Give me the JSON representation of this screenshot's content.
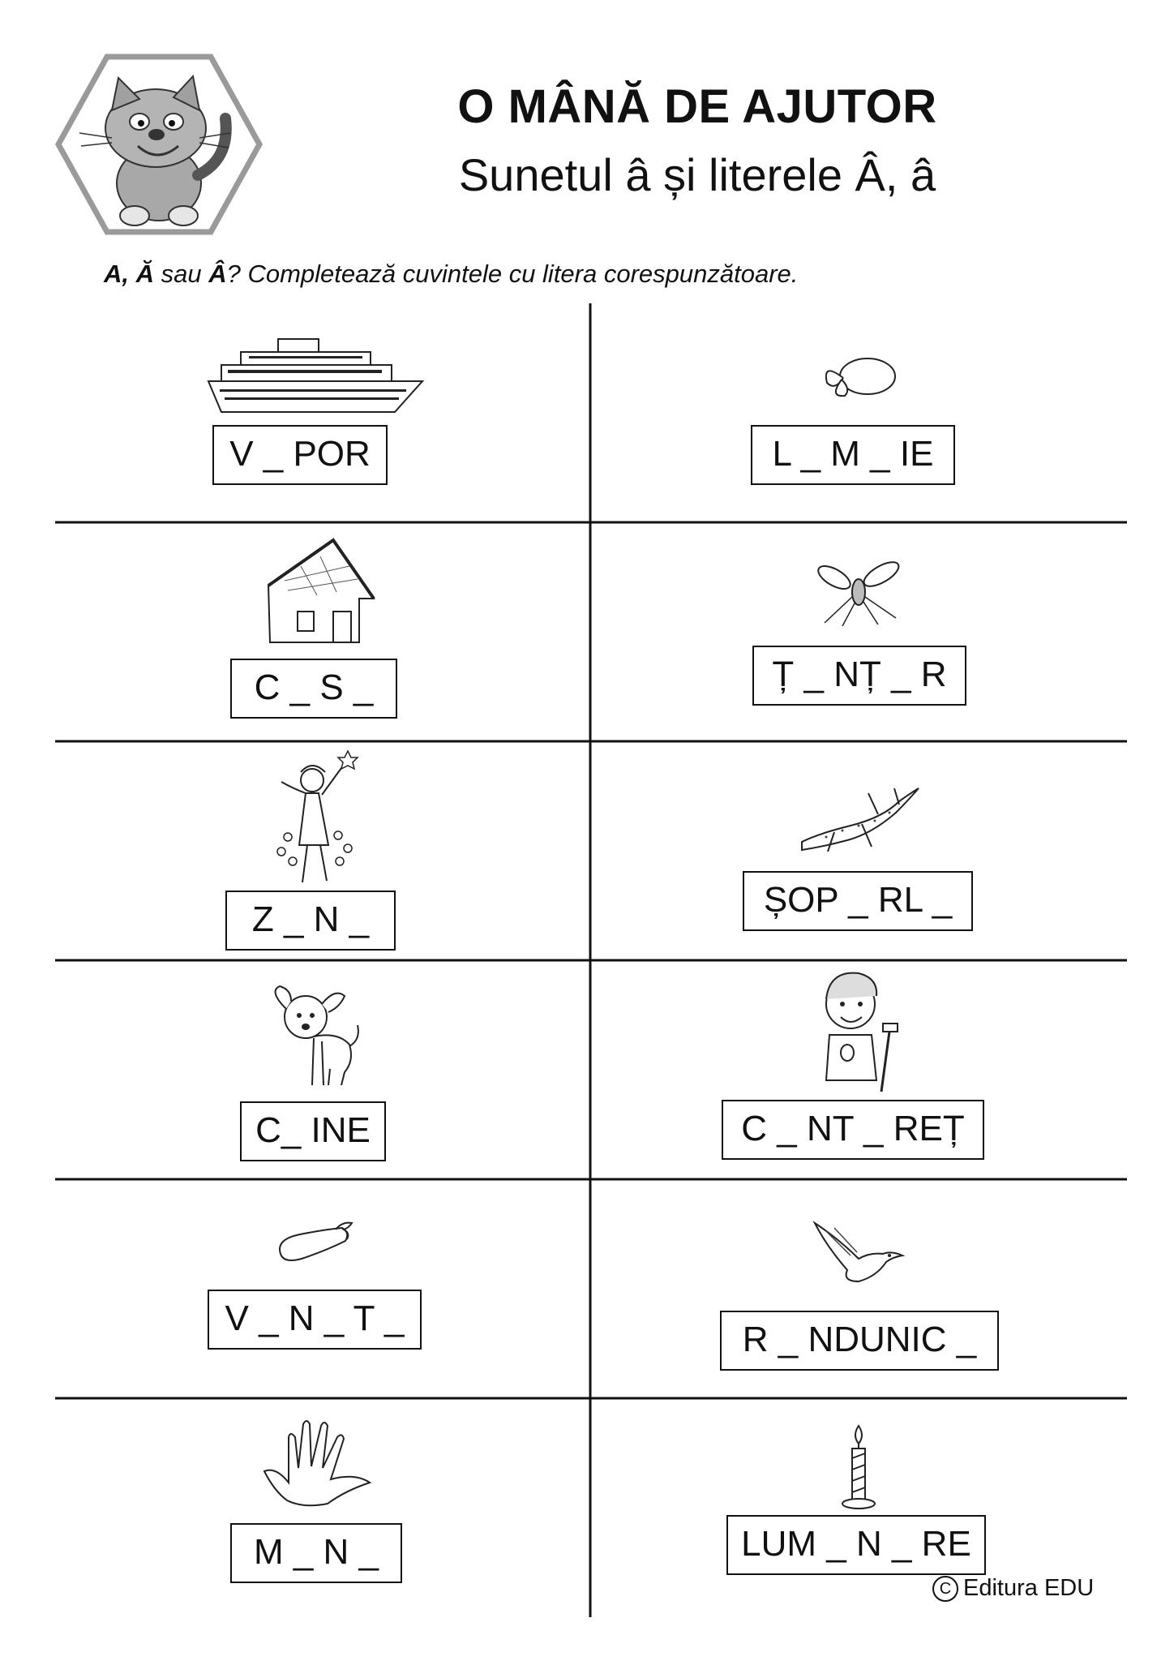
{
  "header": {
    "title": "O MÂNĂ DE AJUTOR",
    "subtitle": "Sunetul â și literele Â, â"
  },
  "instruction": {
    "letters": "A, Ă",
    "sep": " sau ",
    "letter_a_hat": "Â",
    "text": "? Completează cuvintele cu litera corespunzătoare."
  },
  "cells": [
    {
      "word": "V _ POR",
      "icon": "ship-icon"
    },
    {
      "word": "L _ M _ IE",
      "icon": "lemon-icon"
    },
    {
      "word": "C _ S _",
      "icon": "house-icon"
    },
    {
      "word": "Ț _ NȚ _ R",
      "icon": "mosquito-icon"
    },
    {
      "word": "Z _ N _",
      "icon": "fairy-icon"
    },
    {
      "word": "ȘOP _ RL _",
      "icon": "lizard-icon"
    },
    {
      "word": "C_ INE",
      "icon": "dog-icon"
    },
    {
      "word": "C _ NT _ REȚ",
      "icon": "singer-boy-icon"
    },
    {
      "word": "V _ N _ T _",
      "icon": "eggplant-icon"
    },
    {
      "word": "R _ NDUNIC _",
      "icon": "swallow-icon"
    },
    {
      "word": "M _ N _",
      "icon": "hand-icon"
    },
    {
      "word": "LUM _ N _ RE",
      "icon": "candle-icon"
    }
  ],
  "footer": {
    "copyright_symbol": "C",
    "copyright": "Editura EDU"
  }
}
